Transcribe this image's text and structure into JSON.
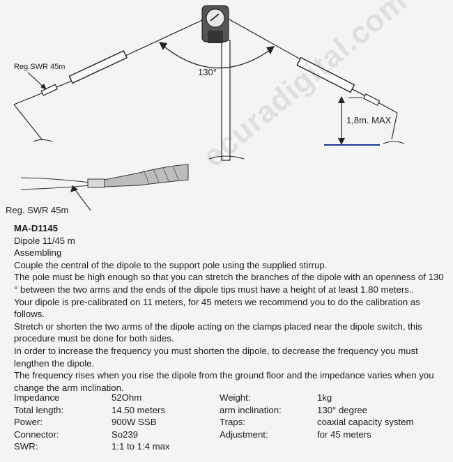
{
  "diagram": {
    "label_reg_swr_top": "Reg.SWR 45m",
    "label_angle": "130°",
    "label_height": "1,8m. MAX",
    "label_reg_swr_bottom": "Reg. SWR 45m"
  },
  "watermark": "ecuradigital.com",
  "document": {
    "model": "MA-D1145",
    "product": "Dipole 11/45 m",
    "section": "Assembling",
    "paragraphs": [
      "Couple the central of the dipole to the support pole using the supplied stirrup.",
      "The pole must be high enough so that you can stretch the branches of the dipole with an openness of  130 ° between the two arms and the ends of the dipole tips must have a height of at least 1.80 meters..",
      "Your dipole is pre-calibrated on 11 meters, for 45 meters we recommend you to do the calibration as follows.",
      "Stretch or shorten the two arms of the dipole acting on the clamps placed near the dipole switch, this procedure must be done for both sides.",
      "In order to increase the frequency you must shorten the dipole, to decrease the frequency you must lengthen the dipole.",
      "The frequency rises when you rise the dipole from the ground floor and the impedance varies when you change the arm inclination."
    ]
  },
  "specs": [
    {
      "label": "Impedance",
      "value": "52Ohm",
      "label2": "Weight:",
      "value2": "1kg"
    },
    {
      "label": "Total length:",
      "value": "14.50  meters",
      "label2": "arm inclination:",
      "value2": "130° degree"
    },
    {
      "label": "Power:",
      "value": "900W SSB",
      "label2": "Traps:",
      "value2": "coaxial capacity system"
    },
    {
      "label": "Connector:",
      "value": "So239",
      "label2": "Adjustment:",
      "value2": "for  45 meters"
    },
    {
      "label": "SWR:",
      "value": "1:1 to 1:4 max",
      "label2": "",
      "value2": ""
    }
  ]
}
